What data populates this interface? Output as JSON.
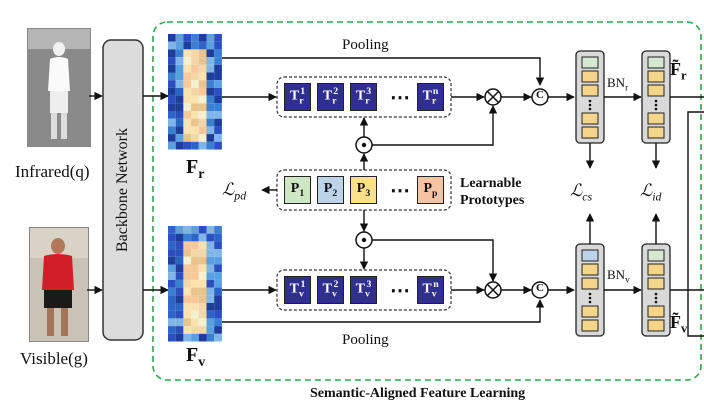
{
  "inputs": {
    "infrared_label": "Infrared(q)",
    "visible_label": "Visible(g)"
  },
  "backbone_label": "Backbone Network",
  "feature_maps": {
    "ir": "F_r",
    "vis": "F_v"
  },
  "pooling_top": "Pooling",
  "pooling_bottom": "Pooling",
  "tokens_ir": [
    "T_r^1",
    "T_r^2",
    "T_r^3",
    "⋯",
    "T_r^n"
  ],
  "tokens_vis": [
    "T_v^1",
    "T_v^2",
    "T_v^3",
    "⋯",
    "T_v^n"
  ],
  "prototypes": [
    "P_1",
    "P_2",
    "P_3",
    "⋯",
    "P_p"
  ],
  "prototypes_label_line1": "Learnable",
  "prototypes_label_line2": "Prototypes",
  "losses": {
    "pd": "ℒ_pd",
    "cs": "ℒ_cs",
    "id": "ℒ_id"
  },
  "bn": {
    "r": "BN_r",
    "v": "BN_v"
  },
  "outputs": {
    "r": "F̃_r",
    "v": "F̃_v"
  },
  "module_title": "Semantic-Aligned Feature Learning",
  "colors": {
    "dashed_border": "#2aa84a",
    "token_fill": "#2f2f8f",
    "proto_p1": "#cde6c4",
    "proto_p2": "#bcd3ea",
    "proto_p3": "#fbe08a",
    "proto_pp": "#f7c4a3",
    "vector_cell": "#f5d58a",
    "vector_top_cell": "#d7e8d0",
    "vector_bg": "#d9d9d9",
    "backbone_fill": "#dcdcdc"
  }
}
